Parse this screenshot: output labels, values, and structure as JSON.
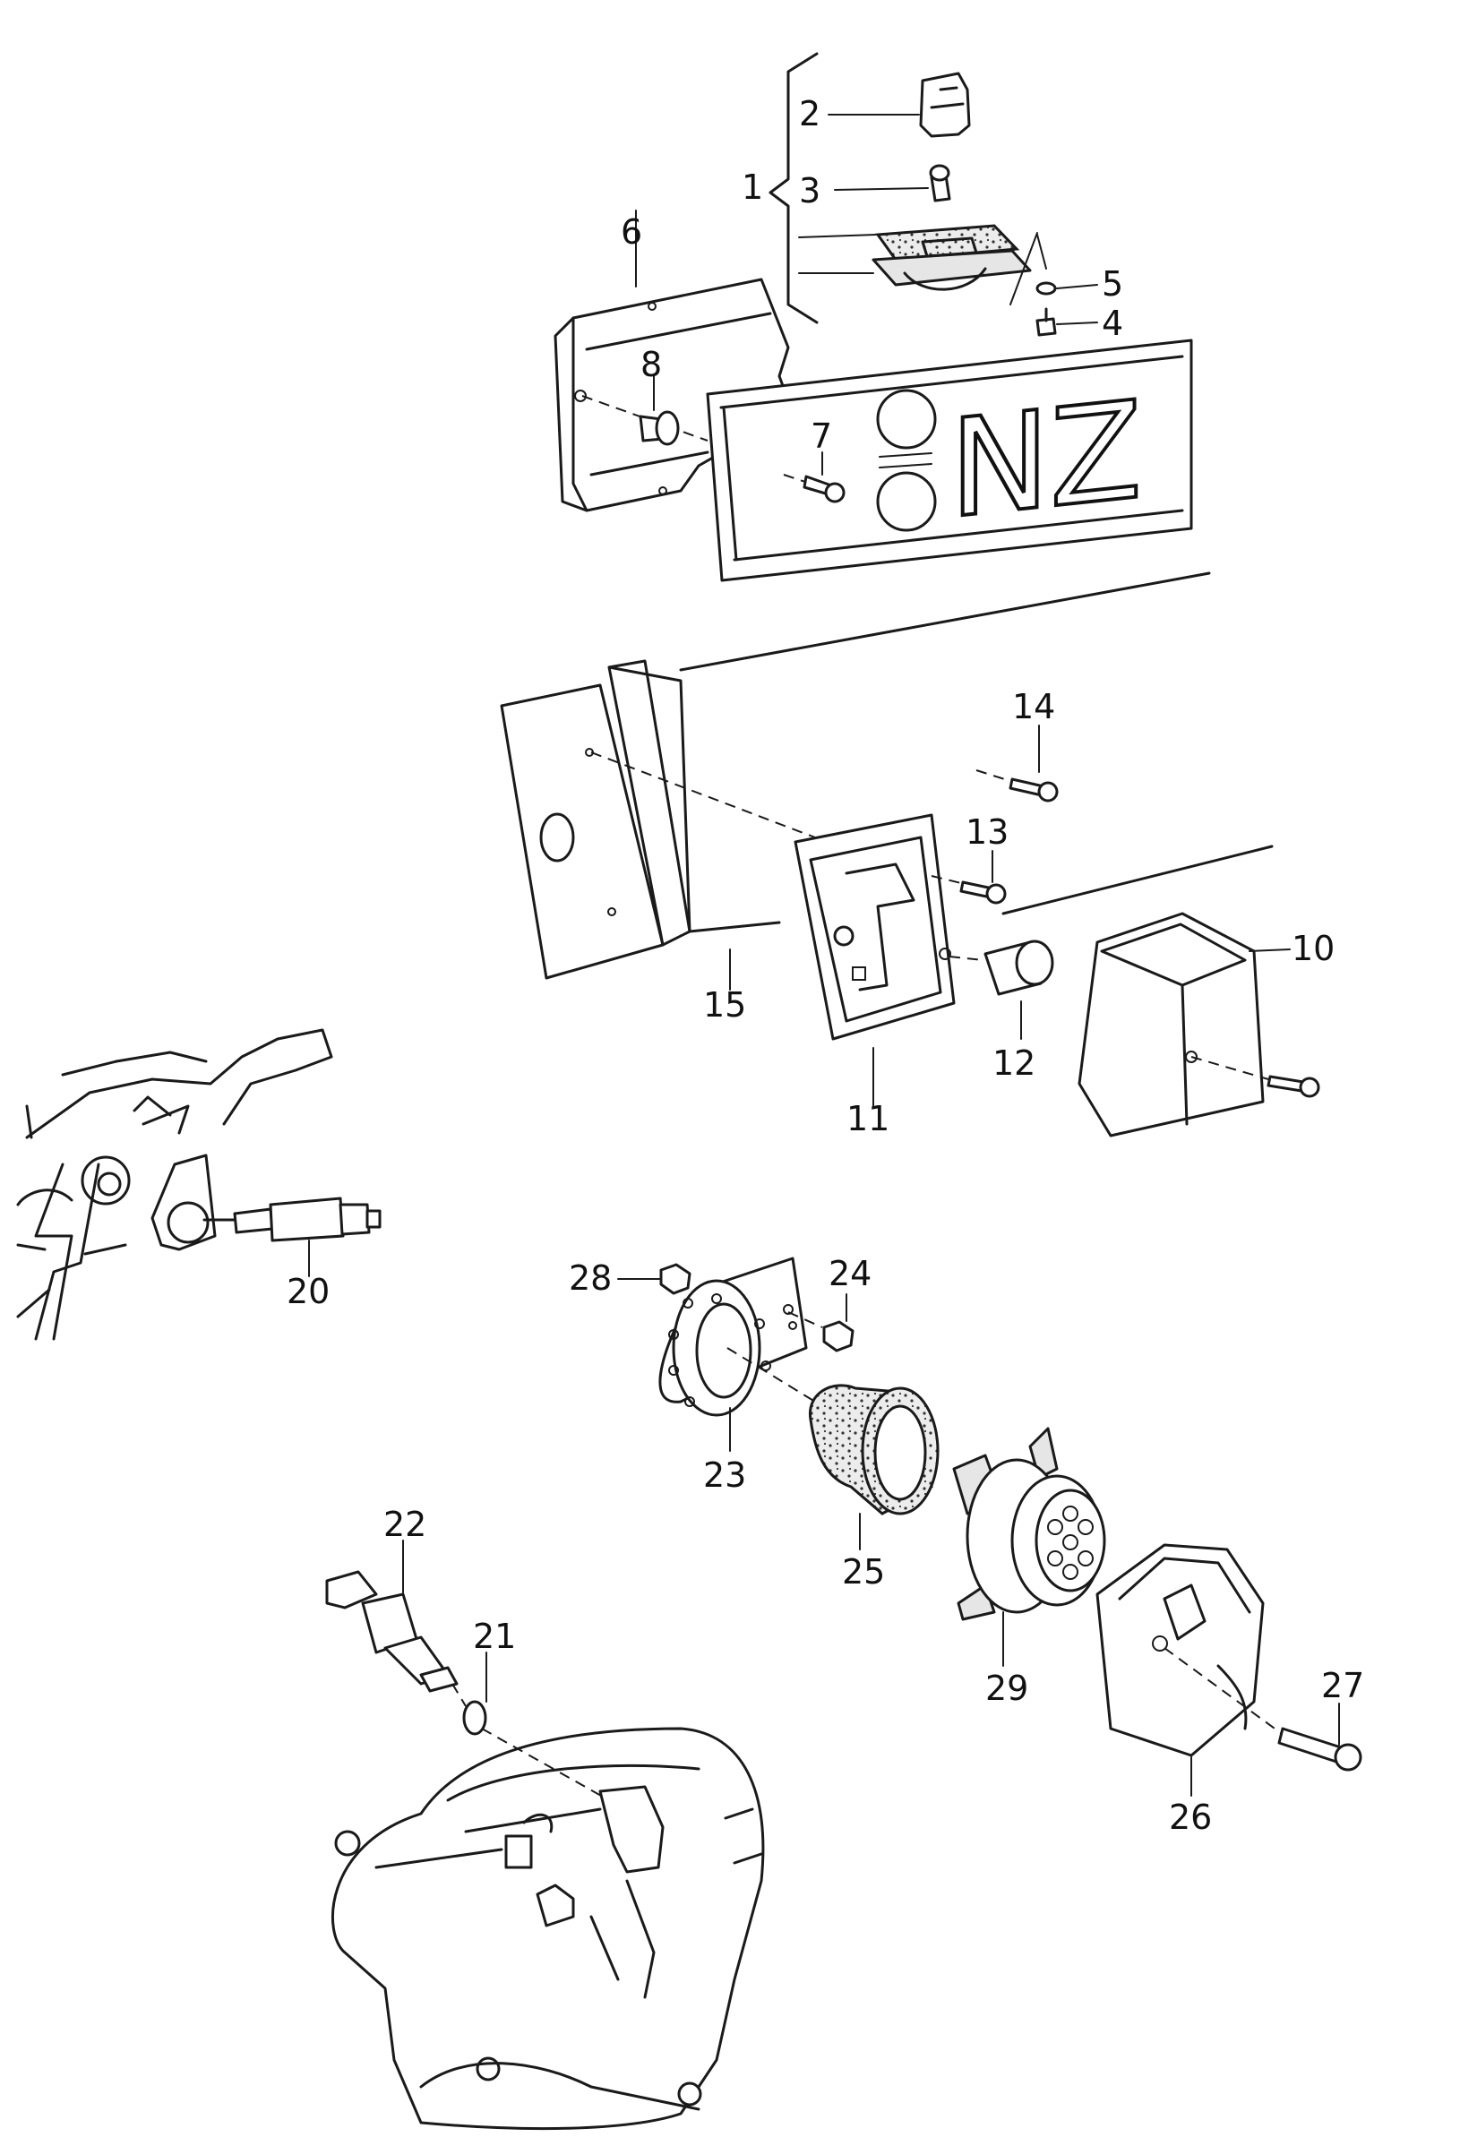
{
  "callouts": [
    {
      "id": "c1",
      "text": "1"
    },
    {
      "id": "c2",
      "text": "2"
    },
    {
      "id": "c3",
      "text": "3"
    },
    {
      "id": "c4",
      "text": "4"
    },
    {
      "id": "c5",
      "text": "5"
    },
    {
      "id": "c6",
      "text": "6"
    },
    {
      "id": "c7",
      "text": "7"
    },
    {
      "id": "c8",
      "text": "8"
    },
    {
      "id": "c10",
      "text": "10"
    },
    {
      "id": "c11",
      "text": "11"
    },
    {
      "id": "c12",
      "text": "12"
    },
    {
      "id": "c13",
      "text": "13"
    },
    {
      "id": "c14",
      "text": "14"
    },
    {
      "id": "c15",
      "text": "15"
    },
    {
      "id": "c20",
      "text": "20"
    },
    {
      "id": "c21",
      "text": "21"
    },
    {
      "id": "c22",
      "text": "22"
    },
    {
      "id": "c23",
      "text": "23"
    },
    {
      "id": "c24",
      "text": "24"
    },
    {
      "id": "c25",
      "text": "25"
    },
    {
      "id": "c26",
      "text": "26"
    },
    {
      "id": "c27",
      "text": "27"
    },
    {
      "id": "c28",
      "text": "28"
    },
    {
      "id": "c29",
      "text": "29"
    }
  ],
  "plate_text": "NZ"
}
